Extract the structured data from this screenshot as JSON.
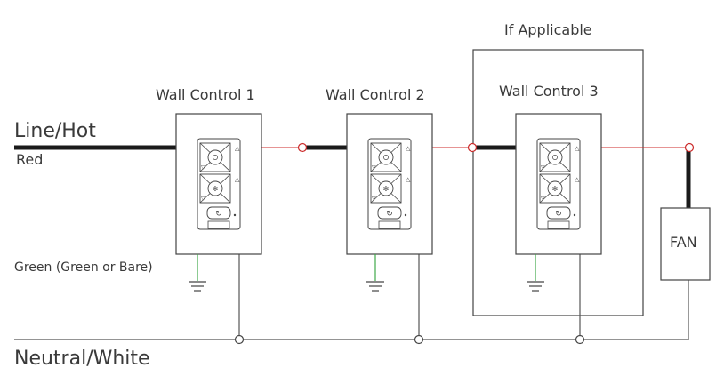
{
  "labels": {
    "line_hot": "Line/Hot",
    "red": "Red",
    "green": "Green (Green or Bare)",
    "neutral": "Neutral/White",
    "if_applicable": "If Applicable",
    "fan": "FAN"
  },
  "controls": [
    {
      "title": "Wall Control 1"
    },
    {
      "title": "Wall Control 2"
    },
    {
      "title": "Wall Control 3"
    }
  ],
  "colors": {
    "wire_black": "#1a1a1a",
    "wire_red": "#cc2a2a",
    "wire_green": "#3fa84a",
    "wire_gray": "#555555",
    "outline": "#444444"
  },
  "icons": [
    "light-icon",
    "fan-icon",
    "sync-icon",
    "ground-icon"
  ]
}
